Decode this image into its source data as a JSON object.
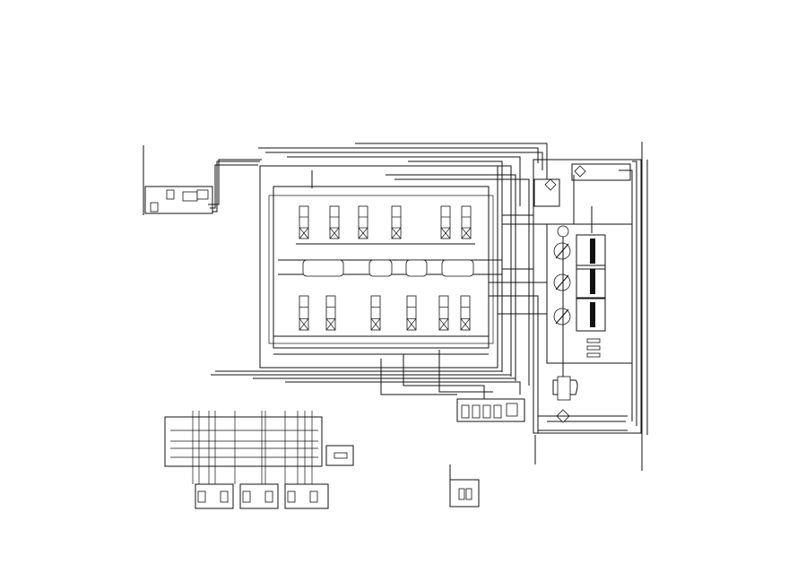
{
  "colors": {
    "background": "#ffffff",
    "line": "#111111"
  },
  "components": {
    "main_valve_block": "control-valve-bank",
    "pump_group": "variable-pumps",
    "engine": "engine",
    "filters": "filter-symbols",
    "pilot_blocks": "pilot-valve-blocks"
  }
}
